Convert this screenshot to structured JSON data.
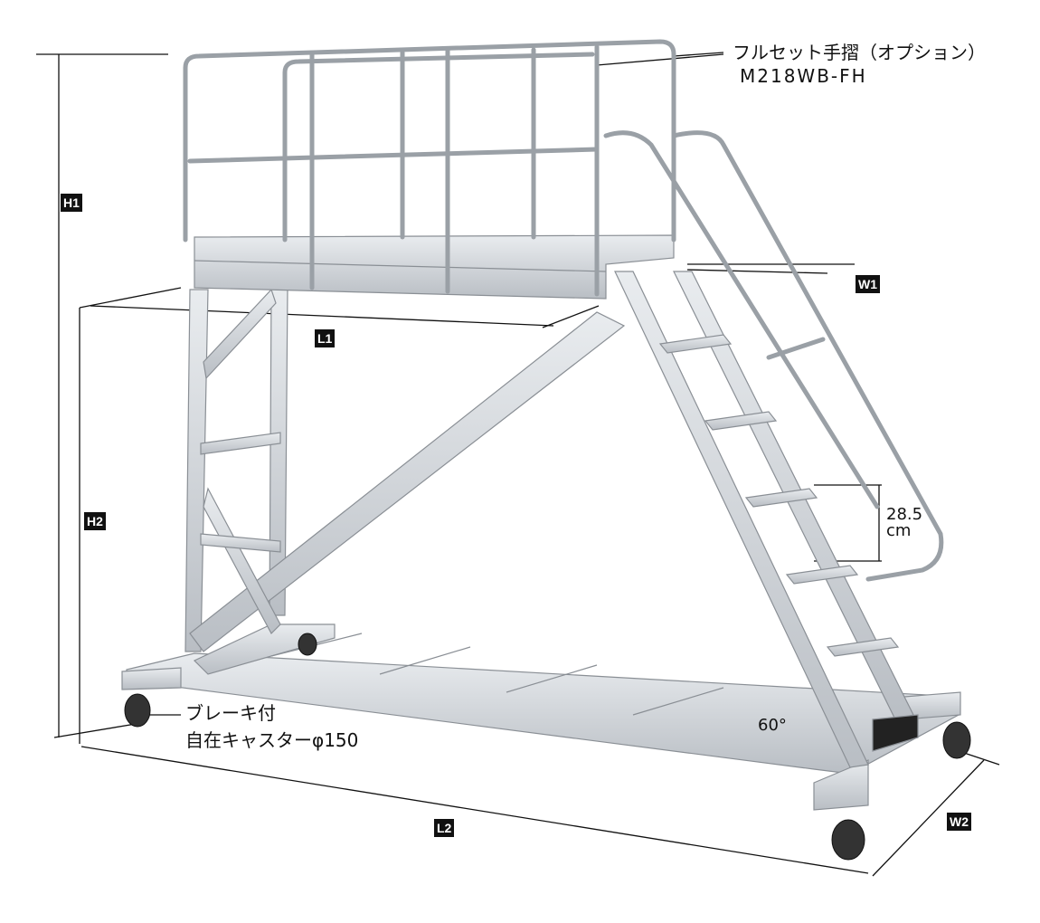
{
  "callouts": {
    "handrail_name": "フルセット手摺（オプション）",
    "handrail_model": "M218WB-FH",
    "caster_line1": "ブレーキ付",
    "caster_line2": "自在キャスターφ150",
    "step_pitch_value": "28.5",
    "step_pitch_unit": "cm",
    "angle": "60°"
  },
  "dimensions": {
    "h1": "H1",
    "h2": "H2",
    "l1": "L1",
    "l2": "L2",
    "w1": "W1",
    "w2": "W2"
  }
}
